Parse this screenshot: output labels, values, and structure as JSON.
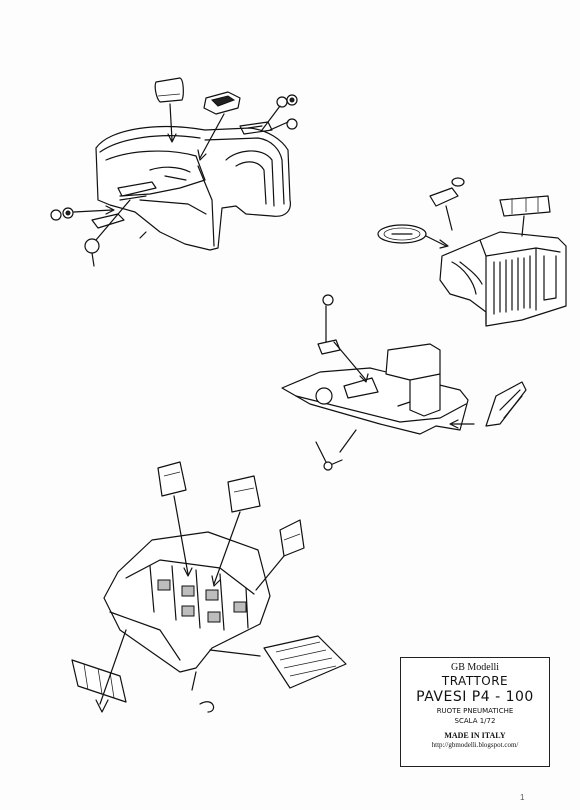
{
  "label": {
    "brand": "GB Modelli",
    "title": "TRATTORE",
    "model": "PAVESI P4 - 100",
    "subtitle": "RUOTE PNEUMATICHE",
    "scale": "SCALA 1/72",
    "made_in": "MADE IN ITALY",
    "url": "http://gbmodelli.blogspot.com/"
  },
  "page_mark": "1"
}
